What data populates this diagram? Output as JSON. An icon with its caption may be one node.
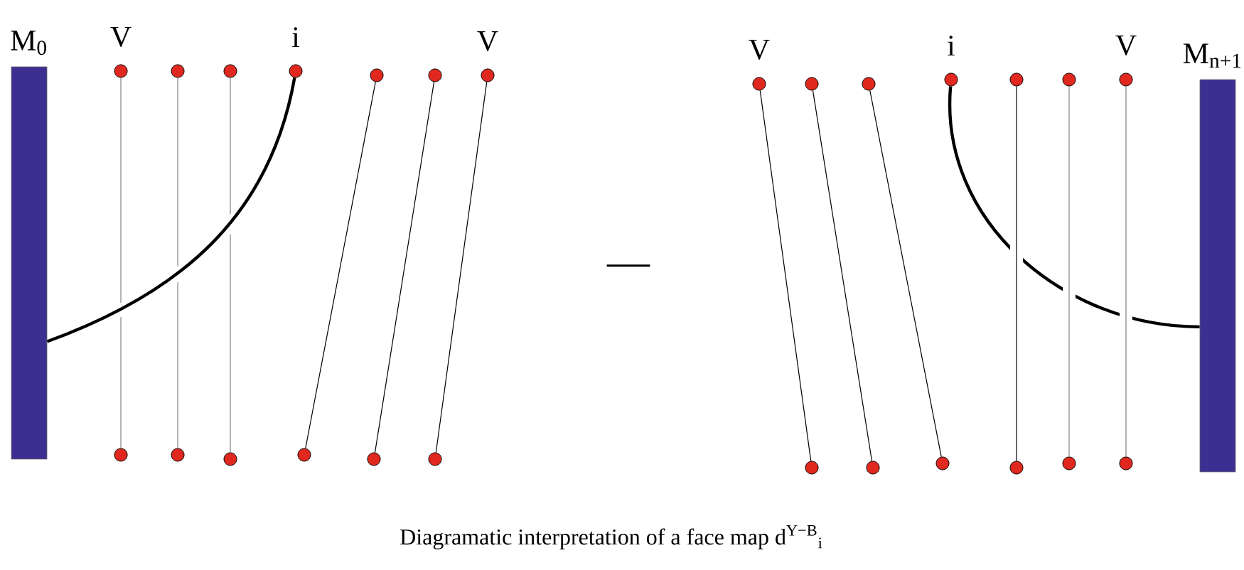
{
  "diagram": {
    "caption": "Diagramatic interpretation of a face map d$^{Y−B}$$_{i}$",
    "nodes": [
      {
        "text": [
          "M$_{0}$"
        ]
      },
      {
        "text": [],
        "shape": "circle",
        "beside": [
          "V"
        ]
      },
      {
        "text": [],
        "shape": "circle"
      },
      {
        "text": [],
        "shape": "circle"
      },
      {
        "text": [],
        "shape": "circle",
        "beside": [
          "i"
        ]
      },
      {
        "text": [],
        "shape": "circle"
      },
      {
        "text": [],
        "shape": "circle"
      },
      {
        "text": [],
        "shape": "circle",
        "beside": [
          "V"
        ]
      },
      {
        "text": [],
        "shape": "circle"
      },
      {
        "text": [],
        "shape": "circle"
      },
      {
        "text": [],
        "shape": "circle"
      },
      {
        "text": [],
        "shape": "circle"
      },
      {
        "text": [],
        "shape": "circle"
      },
      {
        "text": [],
        "shape": "circle"
      },
      {
        "text": [],
        "shape": "circle",
        "beside": [
          "V"
        ]
      },
      {
        "text": [],
        "shape": "circle"
      },
      {
        "text": [],
        "shape": "circle"
      },
      {
        "text": [],
        "shape": "circle",
        "beside": [
          "i"
        ]
      },
      {
        "text": [],
        "shape": "circle"
      },
      {
        "text": [],
        "shape": "circle"
      },
      {
        "text": [],
        "shape": "circle",
        "beside": [
          "V"
        ]
      },
      {
        "text": [],
        "shape": "circle"
      },
      {
        "text": [],
        "shape": "circle"
      },
      {
        "text": [],
        "shape": "circle"
      },
      {
        "text": [],
        "shape": "circle"
      },
      {
        "text": [],
        "shape": "circle"
      },
      {
        "text": [],
        "shape": "circle"
      },
      {
        "text": [
          "M$_{n+1}$"
        ]
      }
    ],
    "edges": [
      {
        "from": 1,
        "to": 8,
        "arrow": "none",
        "color": "#808080"
      },
      {
        "from": 2,
        "to": 9,
        "arrow": "none",
        "color": "#808080"
      },
      {
        "from": 3,
        "to": 10,
        "arrow": "none",
        "color": "#808080"
      },
      {
        "from": 5,
        "to": 11,
        "arrow": "none"
      },
      {
        "from": 6,
        "to": 12,
        "arrow": "none"
      },
      {
        "from": 7,
        "to": 13,
        "arrow": "none"
      },
      {
        "from": 4,
        "to": 0,
        "arrow": "none",
        "style": "thick"
      },
      {
        "from": 17,
        "to": 27,
        "arrow": "none",
        "style": "thick"
      },
      {
        "from": 14,
        "to": 21,
        "arrow": "none"
      },
      {
        "from": 15,
        "to": 22,
        "arrow": "none"
      },
      {
        "from": 16,
        "to": 23,
        "arrow": "none"
      },
      {
        "from": 18,
        "to": 24,
        "arrow": "none"
      },
      {
        "from": 19,
        "to": 25,
        "arrow": "none",
        "color": "#808080"
      },
      {
        "from": 20,
        "to": 26,
        "arrow": "none",
        "color": "#808080"
      }
    ],
    "labels": [
      "—"
    ]
  }
}
